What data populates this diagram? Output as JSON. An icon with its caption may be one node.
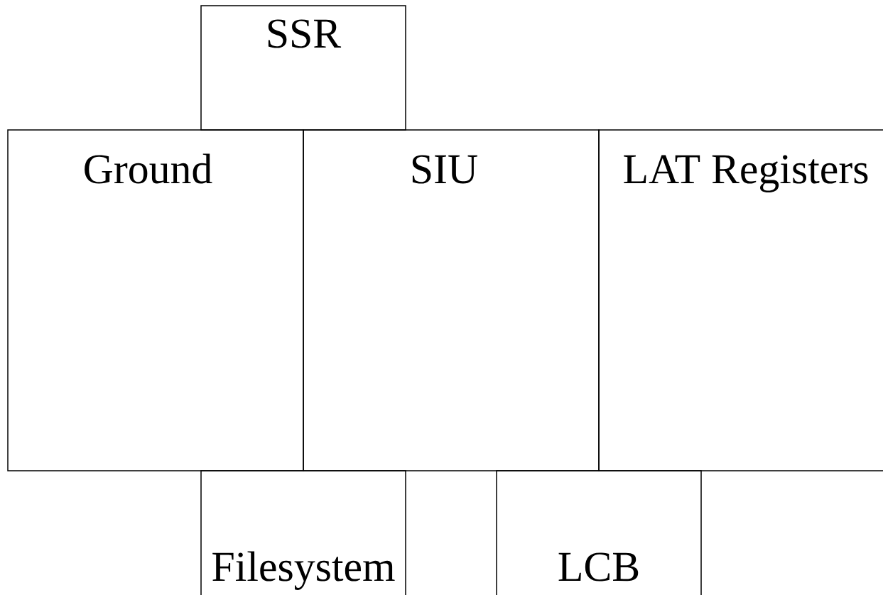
{
  "diagram": {
    "nodes": [
      {
        "text": [
          "SSR"
        ]
      },
      {
        "text": [
          "Ground"
        ]
      },
      {
        "text": [
          "SIU"
        ]
      },
      {
        "text": [
          "LAT Registers"
        ]
      },
      {
        "text": [
          "Filesystem"
        ]
      },
      {
        "text": [
          "LCB"
        ]
      }
    ]
  }
}
